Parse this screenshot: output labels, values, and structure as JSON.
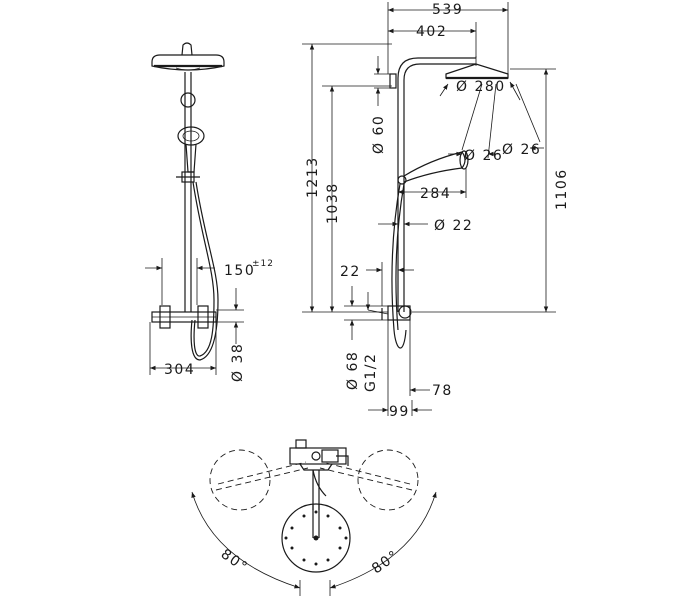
{
  "dimensions": {
    "overall_width": "539",
    "arm_length": "402",
    "head_diameter": "Ø 280",
    "rosette_diameter": "Ø 60",
    "total_height": "1213",
    "outlet_height": "1038",
    "head_height": "1106",
    "hand_shower_diameter_a": "Ø 26",
    "hand_shower_diameter_b": "Ø 26",
    "hand_shower_length": "284",
    "rail_diameter": "Ø 22",
    "wall_offset": "22",
    "escutcheon_diameter": "Ø 68",
    "connection_thread": "G1/2",
    "mixer_depth_a": "78",
    "mixer_depth_b": "99",
    "centres": "150",
    "centres_tolerance": "±12",
    "mixer_width": "304",
    "mixer_body_diameter": "Ø 38",
    "rotation_left": "80°",
    "rotation_right": "80°"
  }
}
